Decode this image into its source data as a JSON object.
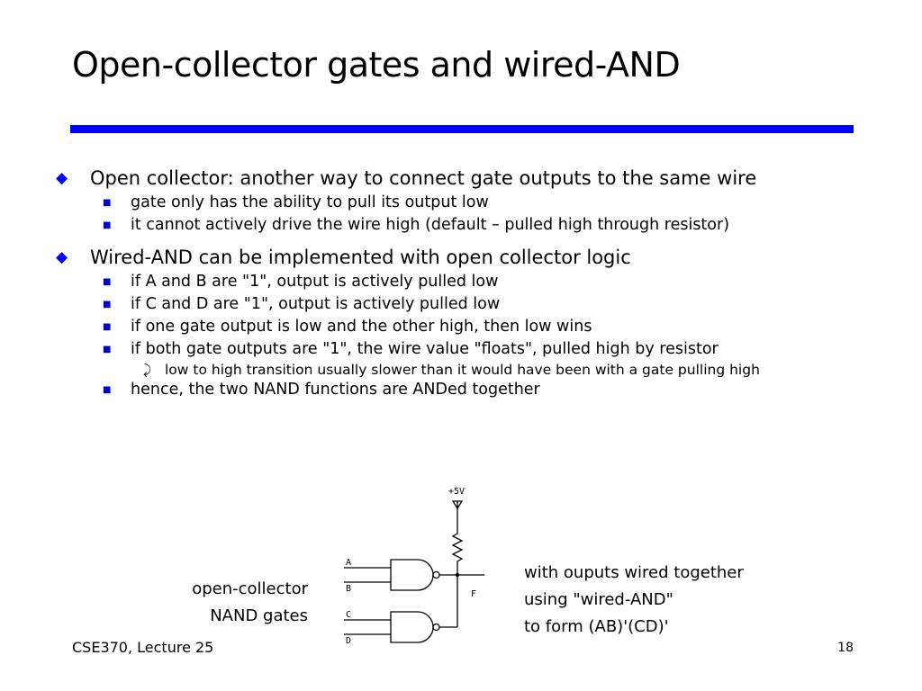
{
  "slide": {
    "title": "Open-collector gates and wired-AND",
    "accent_color": "#0000ff",
    "bullets": [
      {
        "text": "Open collector: another way to connect gate outputs to the same wire",
        "sub": [
          {
            "text": "gate only has the ability to pull its output low"
          },
          {
            "text": "it cannot actively drive the wire high (default – pulled high through resistor)"
          }
        ]
      },
      {
        "text": "Wired-AND can be implemented with open collector logic",
        "sub": [
          {
            "text": "if A and B are \"1\", output is actively pulled low"
          },
          {
            "text": "if C and D are \"1\", output is actively pulled low"
          },
          {
            "text": "if one gate output is low and the other high, then low wins"
          },
          {
            "text": "if both gate outputs are \"1\", the wire value \"floats\", pulled high by resistor"
          },
          {
            "text": "low to high transition usually slower than it would have been with a gate pulling high"
          },
          {
            "text": "hence, the two NAND functions are ANDed together"
          }
        ]
      }
    ]
  },
  "figure": {
    "left_caption": [
      "open-collector",
      "NAND gates"
    ],
    "right_caption": [
      "with ouputs wired together",
      "using \"wired-AND\"",
      "to form (AB)'(CD)'"
    ],
    "labels": {
      "vcc": "+5V",
      "a": "A",
      "b": "B",
      "c": "C",
      "d": "D",
      "f": "F"
    }
  },
  "footer": {
    "course": "CSE370, Lecture 25",
    "page": "18"
  },
  "icons": {
    "level1_bullet": "blue-diamond-icon",
    "level2_bullet": "blue-square-icon",
    "level3_bullet": "curved-arrow-icon"
  }
}
